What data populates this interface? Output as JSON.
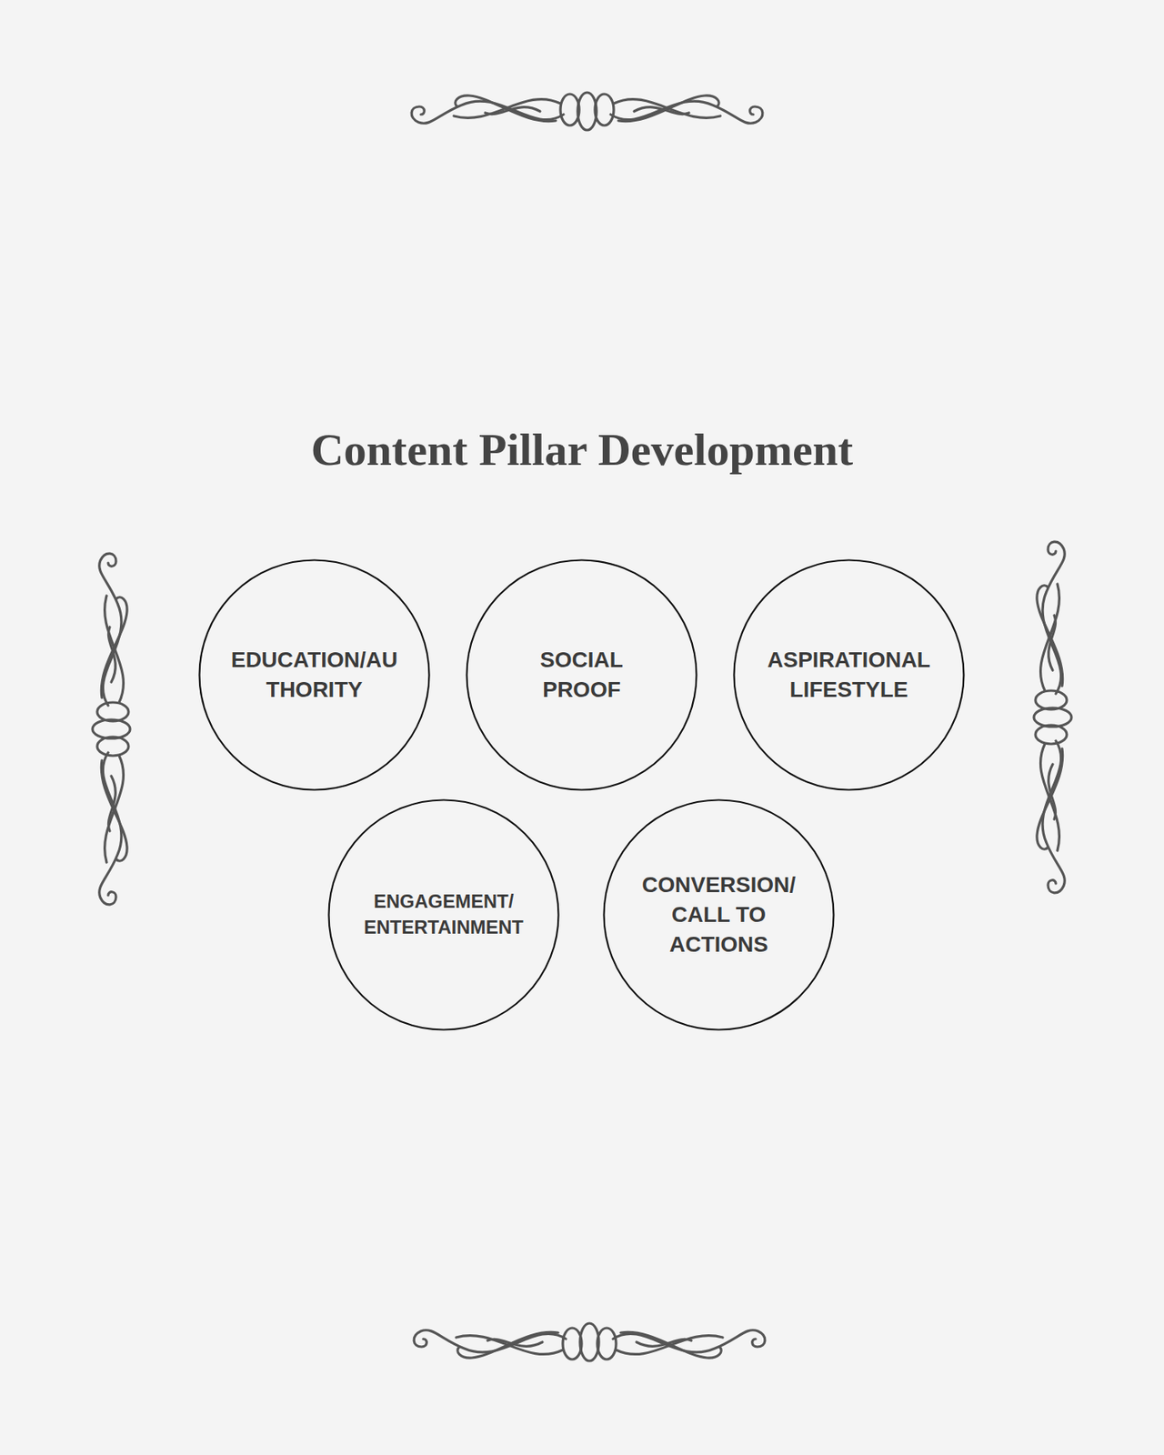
{
  "diagram": {
    "title": "Content Pillar Development",
    "nodes": [
      {
        "text": [
          "EDUCATION/AU THORITY"
        ]
      },
      {
        "text": [
          "SOCIAL PROOF"
        ]
      },
      {
        "text": [
          "ASPIRATIONAL LIFESTYLE"
        ]
      },
      {
        "text": [
          "ENGAGEMENT/ ENTERTAINMENT"
        ]
      },
      {
        "text": [
          "CONVERSION/ CALL TO ACTIONS"
        ]
      }
    ]
  }
}
